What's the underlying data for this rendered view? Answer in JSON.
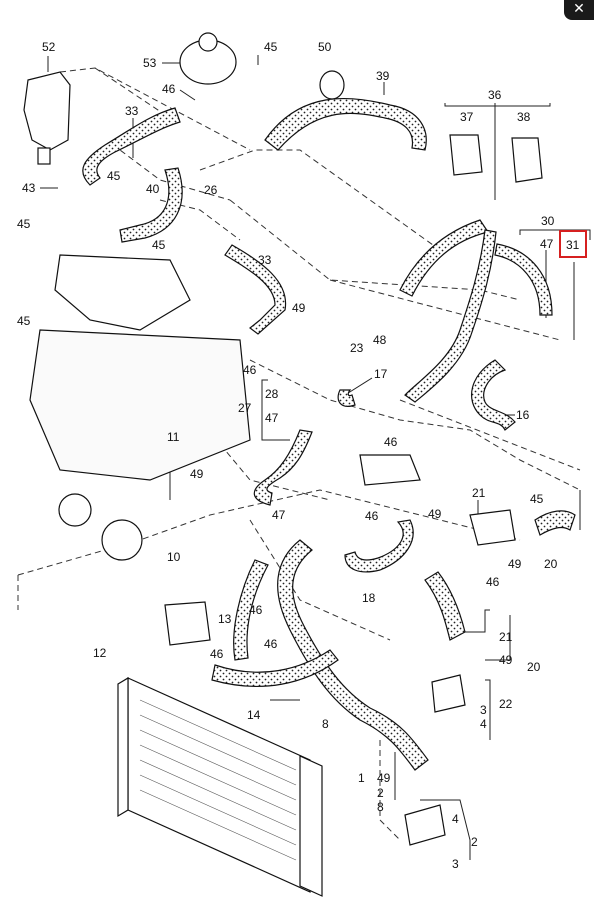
{
  "close_glyph": "✕",
  "highlight_color": "#d62020",
  "labels": {
    "n52": "52",
    "n53": "53",
    "n45a": "45",
    "n50": "50",
    "n39": "39",
    "n36": "36",
    "n46a": "46",
    "n33a": "33",
    "n37": "37",
    "n38": "38",
    "n45b": "45",
    "n40": "40",
    "n43": "43",
    "n26": "26",
    "n30": "30",
    "n45c": "45",
    "n45d": "45",
    "n47a": "47",
    "n31": "31",
    "n33b": "33",
    "n45e": "45",
    "n49a": "49",
    "n48": "48",
    "n23": "23",
    "n46b": "46",
    "n17": "17",
    "n28": "28",
    "n27": "27",
    "n47b": "47",
    "n16": "16",
    "n46c": "46",
    "n11": "11",
    "n49b": "49",
    "n21a": "21",
    "n45f": "45",
    "n47c": "47",
    "n46d": "46",
    "n49c": "49",
    "n49d": "49",
    "n46e": "46",
    "n20a": "20",
    "n10": "10",
    "n18": "18",
    "n46f": "46",
    "n13": "13",
    "n12": "12",
    "n46g": "46",
    "n46h": "46",
    "n21b": "21",
    "n49e": "49",
    "n20b": "20",
    "n14": "14",
    "n8": "8",
    "n3a": "3",
    "n22": "22",
    "n4a": "4",
    "n1": "1",
    "n49f": "49",
    "n2a": "2",
    "n8b": "8",
    "n4b": "4",
    "n2b": "2",
    "n3b": "3"
  }
}
